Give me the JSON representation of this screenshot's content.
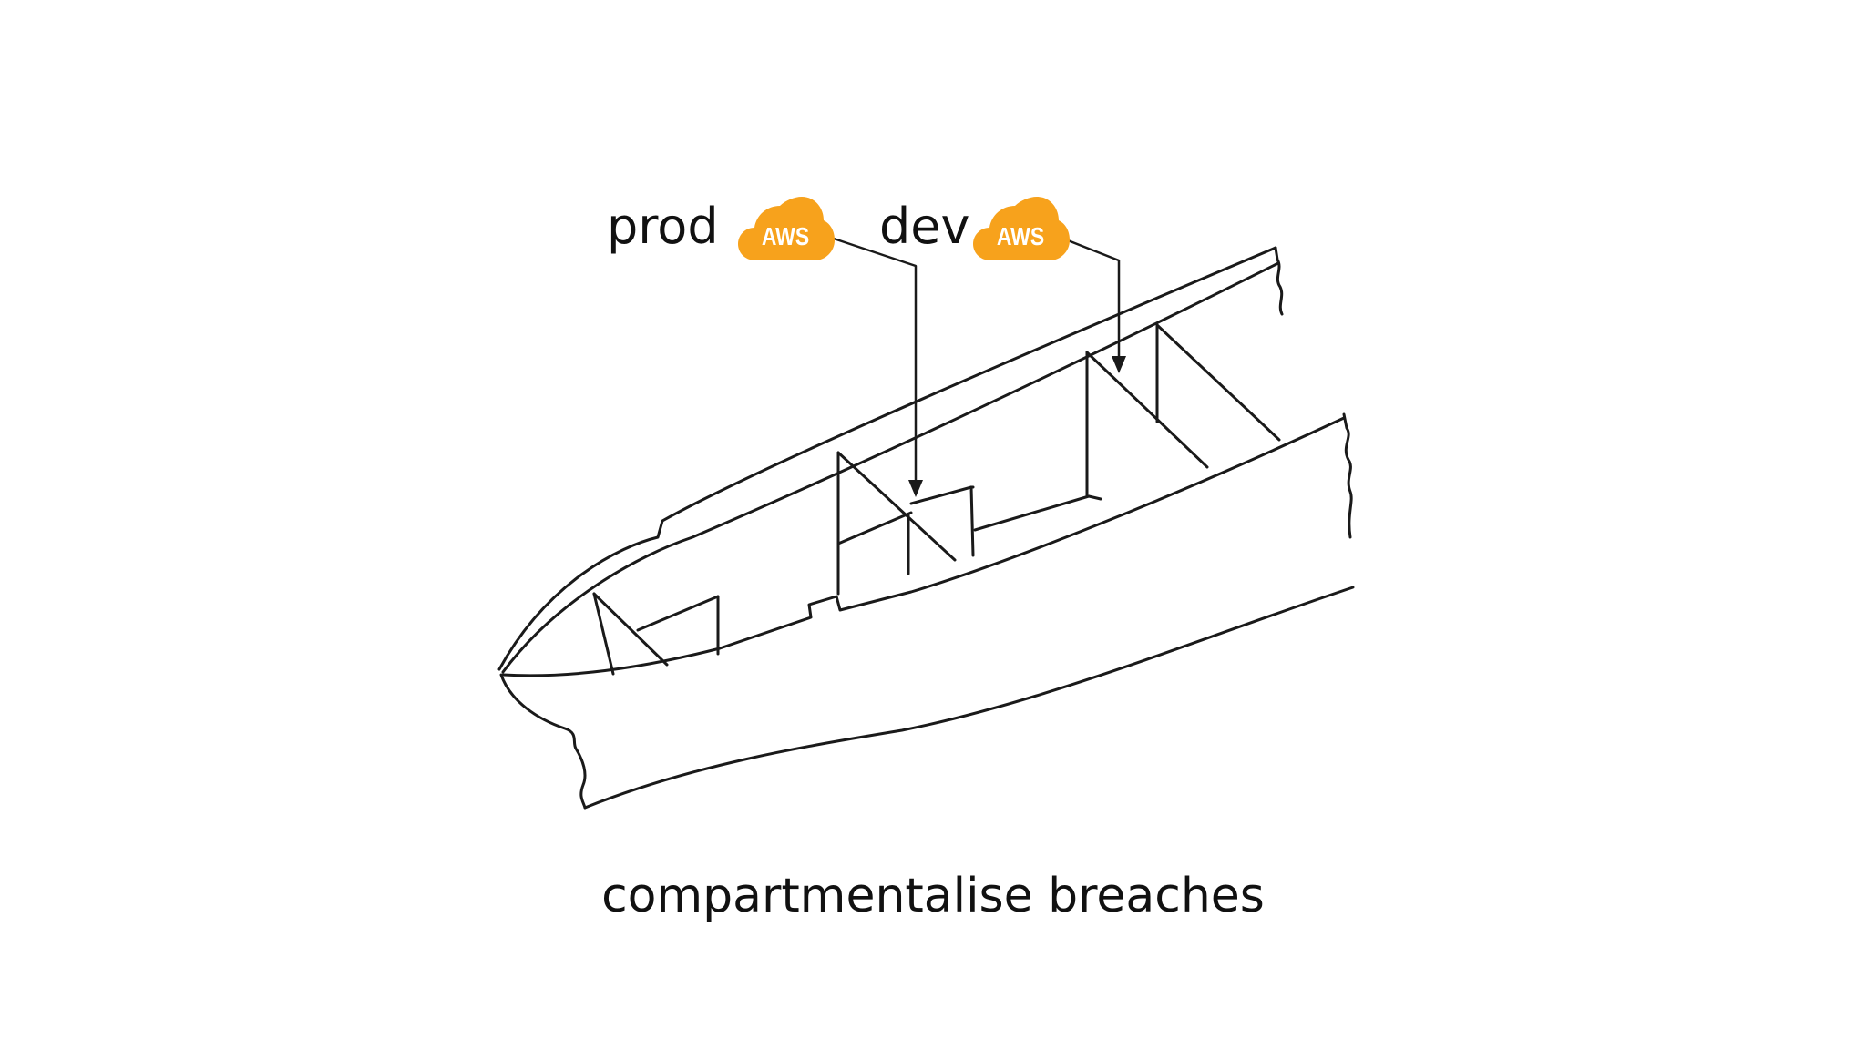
{
  "labels": {
    "prod": "prod",
    "dev": "dev"
  },
  "badges": {
    "prod_text": "AWS",
    "dev_text": "AWS"
  },
  "caption": "compartmentalise breaches",
  "colors": {
    "aws_orange": "#F7A21C",
    "line": "#1a1a1a",
    "background": "#ffffff"
  },
  "icons": {
    "aws": "aws-cloud-icon"
  }
}
